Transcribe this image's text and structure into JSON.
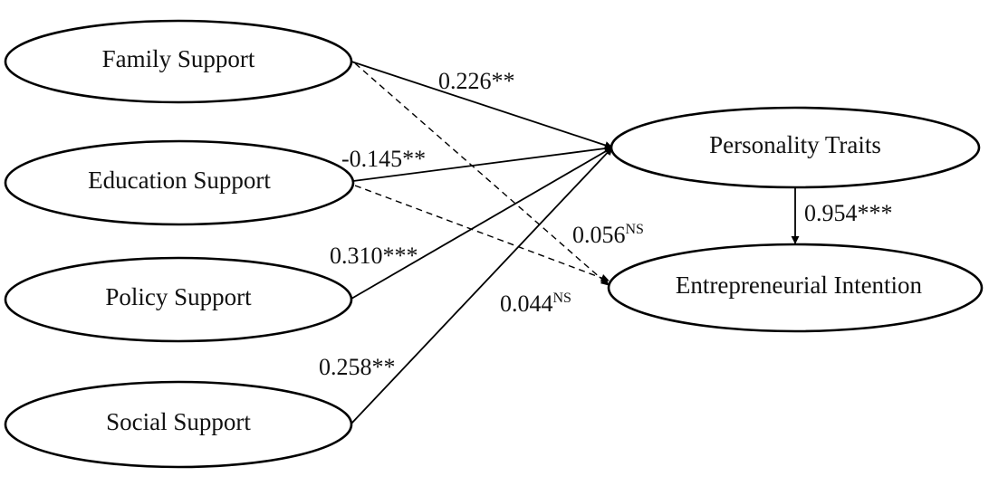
{
  "nodes": {
    "family": "Family Support",
    "education": "Education Support",
    "policy": "Policy Support",
    "social": "Social Support",
    "personality": "Personality Traits",
    "intention": "Entrepreneurial Intention"
  },
  "paths": {
    "family_to_personality": "0.226**",
    "education_to_personality": "-0.145**",
    "policy_to_personality": "0.310***",
    "social_to_personality": "0.258**",
    "personality_to_intention": "0.954***",
    "family_to_intention": {
      "value": "0.056",
      "significance": "NS"
    },
    "education_to_intention": {
      "value": "0.044",
      "significance": "NS"
    }
  }
}
